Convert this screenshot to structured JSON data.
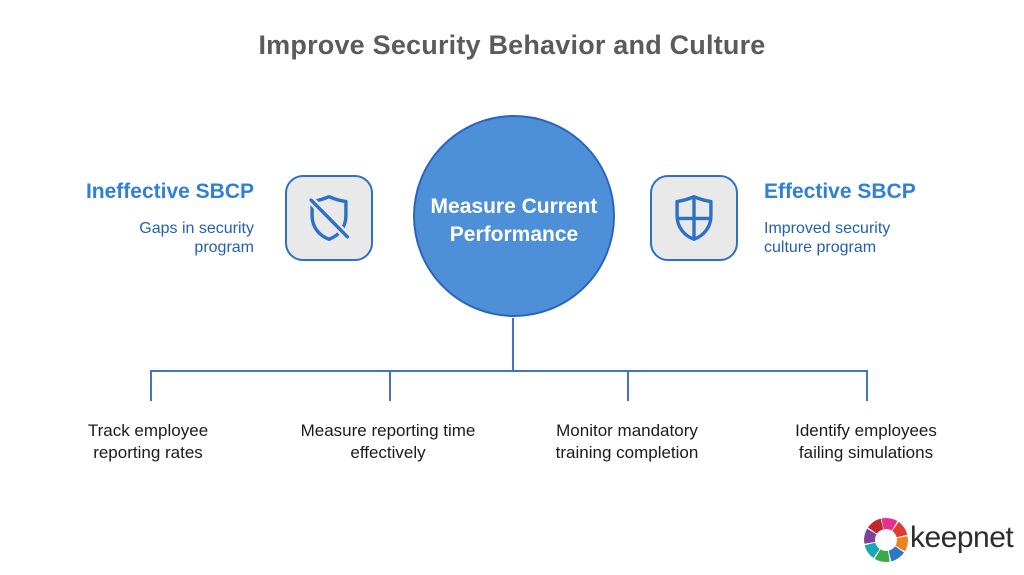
{
  "title": "Improve Security Behavior and Culture",
  "left_panel": {
    "heading": "Ineffective SBCP",
    "sub_line1": "Gaps in security",
    "sub_line2": "program",
    "icon": "shield-off-icon"
  },
  "right_panel": {
    "heading": "Effective SBCP",
    "sub_line1": "Improved security",
    "sub_line2": "culture program",
    "icon": "shield-quartered-icon"
  },
  "center": {
    "line1": "Measure Current",
    "line2": "Performance"
  },
  "branches": [
    {
      "line1": "Track employee",
      "line2": "reporting rates"
    },
    {
      "line1": "Measure reporting time",
      "line2": "effectively"
    },
    {
      "line1": "Monitor mandatory",
      "line2": "training completion"
    },
    {
      "line1": "Identify employees",
      "line2": "failing simulations"
    }
  ],
  "logo": {
    "text": "keepnet",
    "ring_colors": [
      "#e72f8d",
      "#e23b31",
      "#f08121",
      "#2e78c6",
      "#3aa94a",
      "#18a7b5",
      "#7d4199",
      "#c2272d"
    ]
  },
  "colors": {
    "title_gray": "#5a5b5d",
    "heading_blue": "#3080d8",
    "subtext_blue": "#2161b2",
    "line_blue": "#4472c4",
    "circle_fill": "#4e90d8",
    "circle_border": "#2b63c1",
    "icon_border": "#2d70c8",
    "icon_bg": "#e9e9e9",
    "label_black": "#1b1b1b"
  }
}
